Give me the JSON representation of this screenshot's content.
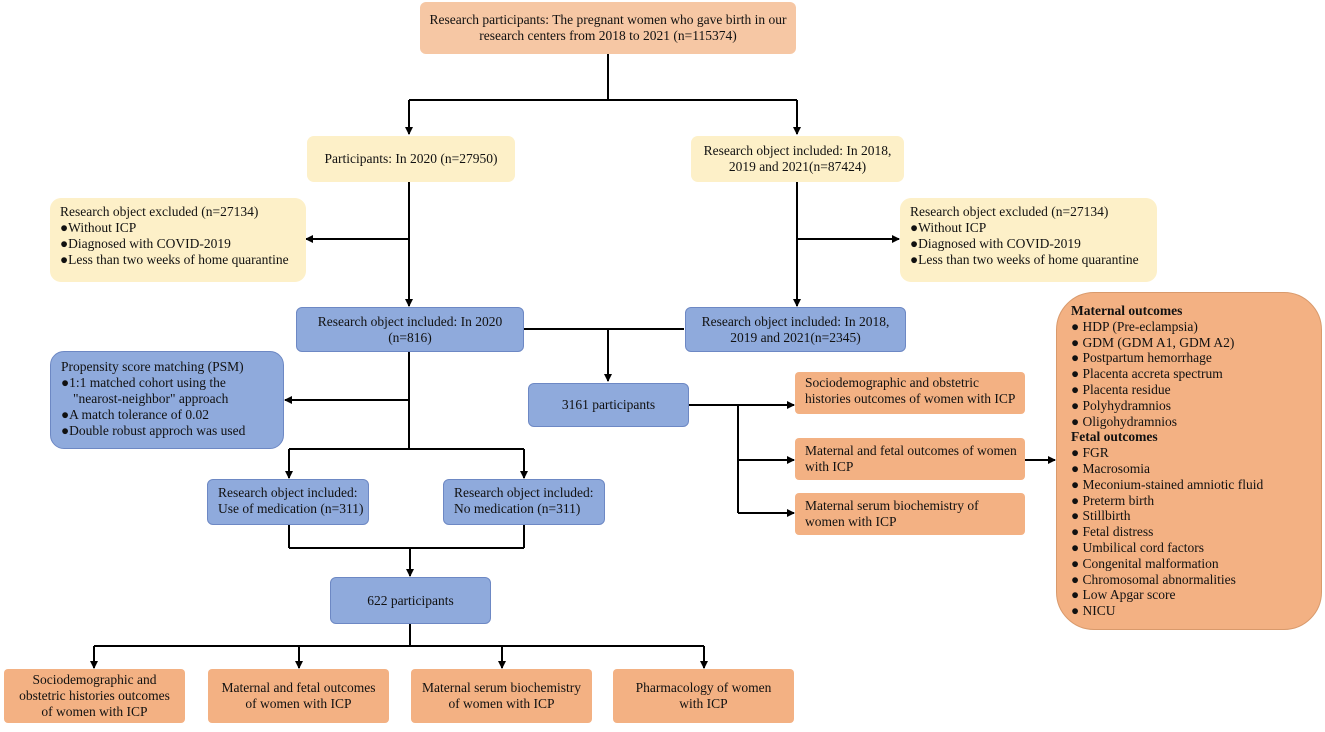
{
  "top": {
    "line1": "Research participants: The pregnant women who gave birth in our",
    "line2": "research centers from 2018 to 2021 (n=115374)"
  },
  "left_branch": {
    "participants": "Participants: In 2020 (n=27950)",
    "excluded": {
      "title": "Research object excluded (n=27134)",
      "items": [
        "●Without ICP",
        "●Diagnosed with COVID-2019",
        "●Less than two weeks of home quarantine"
      ]
    },
    "included": {
      "line1": "Research object included: In 2020",
      "line2": "(n=816)"
    }
  },
  "right_branch": {
    "included_top": {
      "line1": "Research object included: In 2018,",
      "line2": "2019 and 2021(n=87424)"
    },
    "excluded": {
      "title": "Research object excluded (n=27134)",
      "items": [
        "●Without ICP",
        "●Diagnosed with COVID-2019",
        "●Less than two weeks of home quarantine"
      ]
    },
    "included": {
      "line1": "Research object included: In 2018,",
      "line2": "2019 and 2021(n=2345)"
    }
  },
  "psm": {
    "title": "Propensity score matching (PSM)",
    "items": [
      "●1:1 matched cohort using the",
      "\"nearost-neighbor\" approach",
      "●A match tolerance of 0.02",
      "●Double robust approch was used"
    ]
  },
  "combined": {
    "label": "3161 participants"
  },
  "combined_outcomes": [
    {
      "line1": "Sociodemographic and obstetric",
      "line2": "histories outcomes of women with ICP"
    },
    {
      "line1": "Maternal and fetal outcomes of women",
      "line2": "with ICP"
    },
    {
      "line1": "Maternal serum biochemistry of",
      "line2": "women with ICP"
    }
  ],
  "medication": {
    "line1": "Research object included:",
    "line2": "Use of medication (n=311)"
  },
  "no_medication": {
    "line1": "Research object included:",
    "line2": "No medication (n=311)"
  },
  "matched": {
    "label": "622 participants"
  },
  "bottom_outcomes": [
    {
      "line1": "Sociodemographic and",
      "line2": "obstetric histories outcomes",
      "line3": "of women with ICP"
    },
    {
      "line1": "Maternal and fetal outcomes",
      "line2": "of women with ICP"
    },
    {
      "line1": "Maternal serum biochemistry",
      "line2": "of women with ICP"
    },
    {
      "line1": "Pharmacology of women",
      "line2": "with ICP"
    }
  ],
  "outcome_list": {
    "maternal_title": "Maternal outcomes",
    "maternal": [
      "●  HDP (Pre-eclampsia)",
      "●  GDM (GDM A1, GDM A2)",
      "●  Postpartum hemorrhage",
      "●  Placenta accreta spectrum",
      "●  Placenta residue",
      "●  Polyhydramnios",
      "●  Oligohydramnios"
    ],
    "fetal_title": "Fetal outcomes",
    "fetal": [
      "●  FGR",
      "●  Macrosomia",
      "●  Meconium-stained amniotic fluid",
      "●  Preterm birth",
      "●  Stillbirth",
      "●  Fetal distress",
      "●  Umbilical cord factors",
      "●  Congenital malformation",
      "●  Chromosomal abnormalities",
      "●  Low Apgar score",
      "●  NICU"
    ]
  }
}
